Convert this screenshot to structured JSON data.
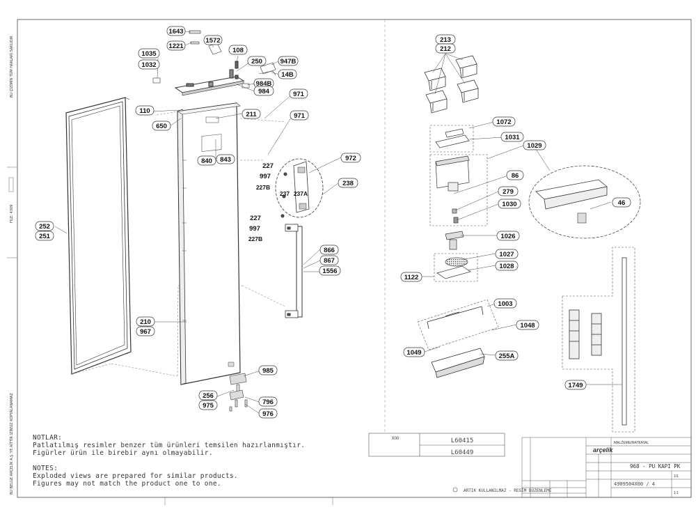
{
  "side_texts": {
    "left_top": "BU ÇİZİMİN TÜM HAKLARI SAKLIDIR",
    "left_mid": "FILE: 4309",
    "left_bottom": "BU BELGE ARÇELİK A.Ş.'YE AİTTİR İZİNSİZ KOPYALANAMAZ"
  },
  "callouts_left": {
    "p1643": "1643",
    "p1221": "1221",
    "p1572": "1572",
    "p1035": "1035",
    "p1032": "1032",
    "p108": "108",
    "p250": "250",
    "p947B": "947B",
    "p14B": "14B",
    "p984B": "984B",
    "p984": "984",
    "p971a": "971",
    "p971b": "971",
    "p110": "110",
    "p650": "650",
    "p211": "211",
    "p840": "840",
    "p843": "843",
    "p227a": "227",
    "p997a": "997",
    "p227Ba": "227B",
    "p972": "972",
    "p237": "237",
    "p237A": "237A",
    "p238": "238",
    "p227b": "227",
    "p997b": "997",
    "p227Bb": "227B",
    "p252": "252",
    "p251": "251",
    "p866": "866",
    "p867": "867",
    "p1556": "1556",
    "p210": "210",
    "p967": "967",
    "p985": "985",
    "p256": "256",
    "p975": "975",
    "p796": "796",
    "p976": "976"
  },
  "callouts_right": {
    "p213": "213",
    "p212": "212",
    "p1072": "1072",
    "p1031": "1031",
    "p1029": "1029",
    "p86": "86",
    "p279": "279",
    "p1030": "1030",
    "p46": "46",
    "p1026": "1026",
    "p1027": "1027",
    "p1028": "1028",
    "p1122": "1122",
    "p1003": "1003",
    "p1048": "1048",
    "p1049": "1049",
    "p255A": "255A",
    "p1749": "1749"
  },
  "notes": {
    "tr_title": "NOTLAR:",
    "tr_line1": "Patlatılmış resimler benzer tüm ürünleri temsilen hazırlanmıştır.",
    "tr_line2": "Figürler ürün ile birebir aynı olmayabilir.",
    "en_title": "NOTES:",
    "en_line1": "Exploded views are prepared for similar products.",
    "en_line2": "Figures may not match the product one to one."
  },
  "variant_table": {
    "header": "X00",
    "rows": [
      "L60415",
      "L60449"
    ]
  },
  "title_block": {
    "brand": "arçelik",
    "part_title": "968 - PU KAPI PK",
    "drawing_no": "4909504X00 / 4",
    "material_label": "MALZEME/MATERIAL",
    "footer_note": "ARTIK KULLANILMAZ - RESİM DÜZENLEME",
    "scale": "1:1",
    "sheet": "1/1"
  }
}
